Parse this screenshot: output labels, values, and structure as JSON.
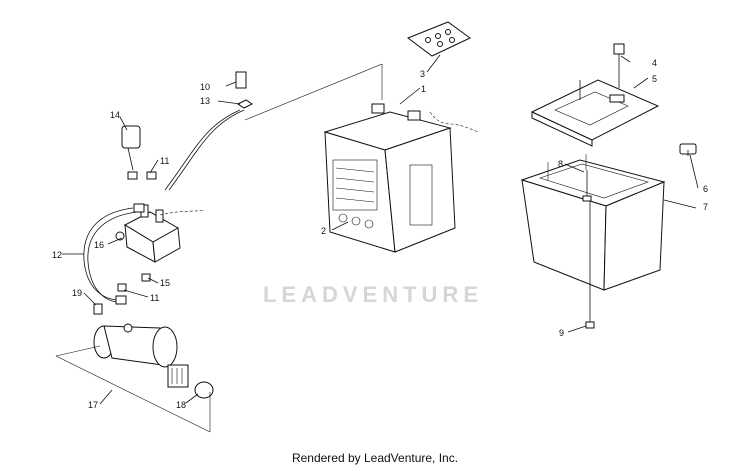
{
  "callouts": [
    {
      "id": "c1",
      "text": "1"
    },
    {
      "id": "c2",
      "text": "2"
    },
    {
      "id": "c3",
      "text": "3"
    },
    {
      "id": "c4",
      "text": "4"
    },
    {
      "id": "c5",
      "text": "5"
    },
    {
      "id": "c6",
      "text": "6"
    },
    {
      "id": "c7",
      "text": "7"
    },
    {
      "id": "c8",
      "text": "8"
    },
    {
      "id": "c9",
      "text": "9"
    },
    {
      "id": "c10",
      "text": "10"
    },
    {
      "id": "c11a",
      "text": "11"
    },
    {
      "id": "c11b",
      "text": "11"
    },
    {
      "id": "c12",
      "text": "12"
    },
    {
      "id": "c13",
      "text": "13"
    },
    {
      "id": "c14",
      "text": "14"
    },
    {
      "id": "c15",
      "text": "15"
    },
    {
      "id": "c16",
      "text": "16"
    },
    {
      "id": "c17",
      "text": "17"
    },
    {
      "id": "c18",
      "text": "18"
    },
    {
      "id": "c19",
      "text": "19"
    }
  ],
  "watermark": "LEADVENTURE",
  "footer": "Rendered by LeadVenture, Inc."
}
